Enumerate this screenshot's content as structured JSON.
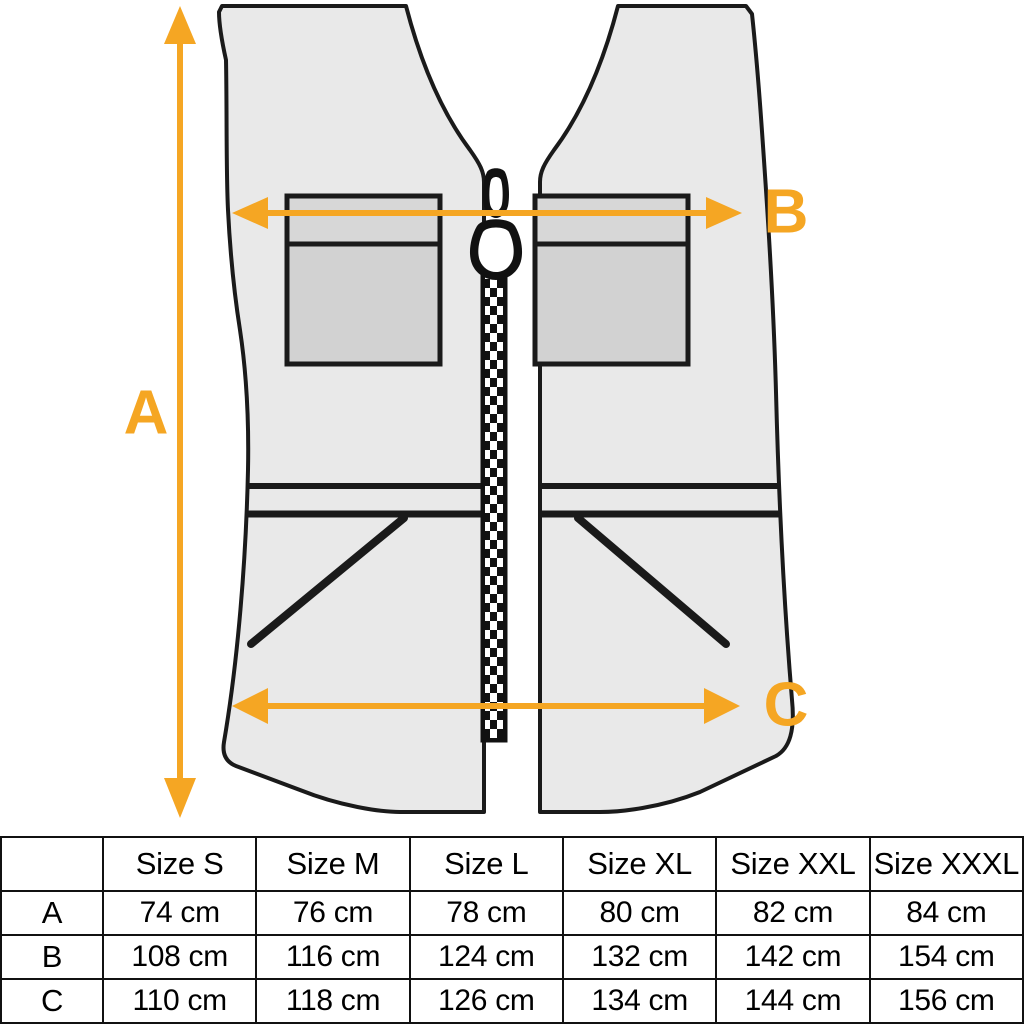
{
  "diagram": {
    "title": "safety-vest-measurement-diagram",
    "colors": {
      "accent_orange": "#F5A623",
      "vest_fill": "#E9E9E9",
      "pocket_fill": "#D2D2D2",
      "pocket_flap_fill": "#D7D7D7",
      "outline": "#1A1A1A",
      "background": "#FFFFFF"
    },
    "measurement_labels": [
      {
        "id": "A",
        "label": "A",
        "axis": "vertical",
        "description": "total garment length"
      },
      {
        "id": "B",
        "label": "B",
        "axis": "horizontal",
        "description": "chest width at pocket line"
      },
      {
        "id": "C",
        "label": "C",
        "axis": "horizontal",
        "description": "hem width"
      }
    ],
    "parts": [
      "left-front-panel",
      "right-front-panel",
      "front-zipper",
      "zipper-pull",
      "left-chest-pocket",
      "right-chest-pocket",
      "waist-band",
      "left-hand-pocket-seam",
      "right-hand-pocket-seam"
    ]
  },
  "chart_data": {
    "type": "table",
    "title": "Size chart",
    "columns": [
      "",
      "Size S",
      "Size M",
      "Size L",
      "Size XL",
      "Size XXL",
      "Size XXXL"
    ],
    "row_labels": [
      "A",
      "B",
      "C"
    ],
    "rows": [
      {
        "label": "A",
        "values": [
          "74 cm",
          "76 cm",
          "78 cm",
          "80 cm",
          "82 cm",
          "84 cm"
        ]
      },
      {
        "label": "B",
        "values": [
          "108 cm",
          "116 cm",
          "124 cm",
          "132 cm",
          "142 cm",
          "154 cm"
        ]
      },
      {
        "label": "C",
        "values": [
          "110 cm",
          "118 cm",
          "126 cm",
          "134 cm",
          "144 cm",
          "156 cm"
        ]
      }
    ],
    "units": "cm"
  }
}
